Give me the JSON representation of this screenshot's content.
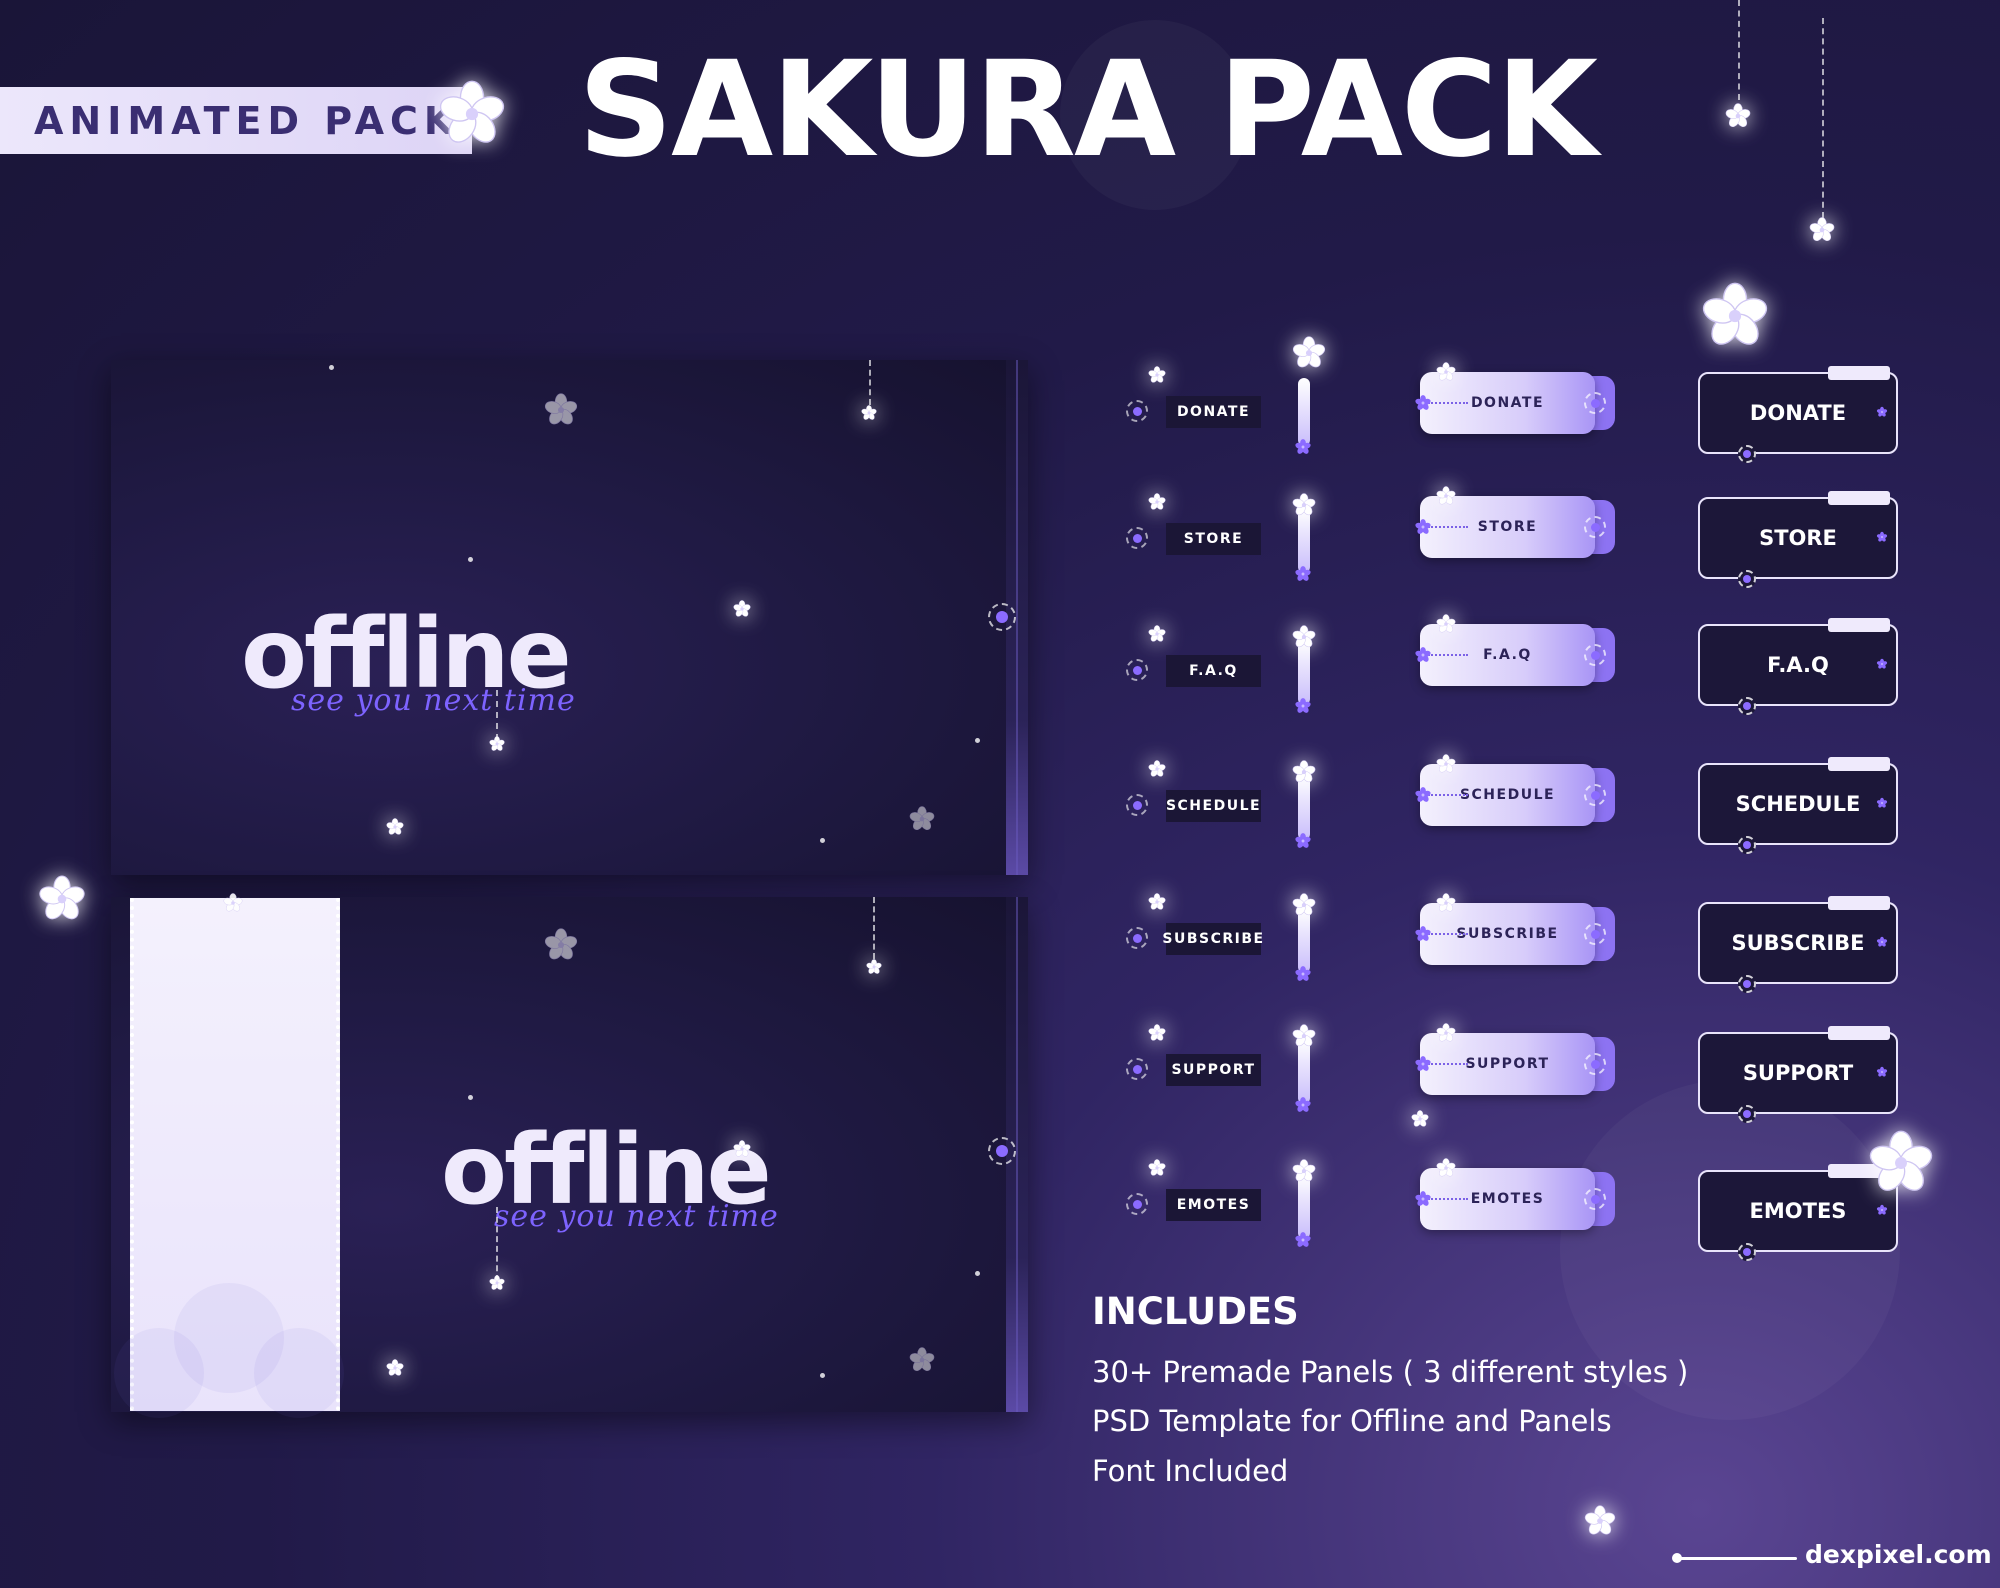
{
  "header": {
    "badge_label": "ANIMATED PACK",
    "title": "SAKURA PACK"
  },
  "offline_screens": [
    {
      "title": "offline",
      "subtitle": "see you next time"
    },
    {
      "title": "offline",
      "subtitle": "see you next time"
    }
  ],
  "panel_labels": [
    "DONATE",
    "STORE",
    "F.A.Q",
    "SCHEDULE",
    "SUBSCRIBE",
    "SUPPORT",
    "EMOTES"
  ],
  "includes": {
    "heading": "INCLUDES",
    "items": [
      "30+ Premade Panels ( 3 different styles )",
      "PSD Template for Offline and Panels",
      "Font Included"
    ]
  },
  "footer": {
    "site": "dexpixel.com"
  },
  "colors": {
    "background": "#211a48",
    "accent_purple": "#7d63ff",
    "panel_light": "#f4f1fd",
    "badge_text": "#3a2e72"
  },
  "icons": {
    "decoration": "sakura-flower-icon"
  }
}
